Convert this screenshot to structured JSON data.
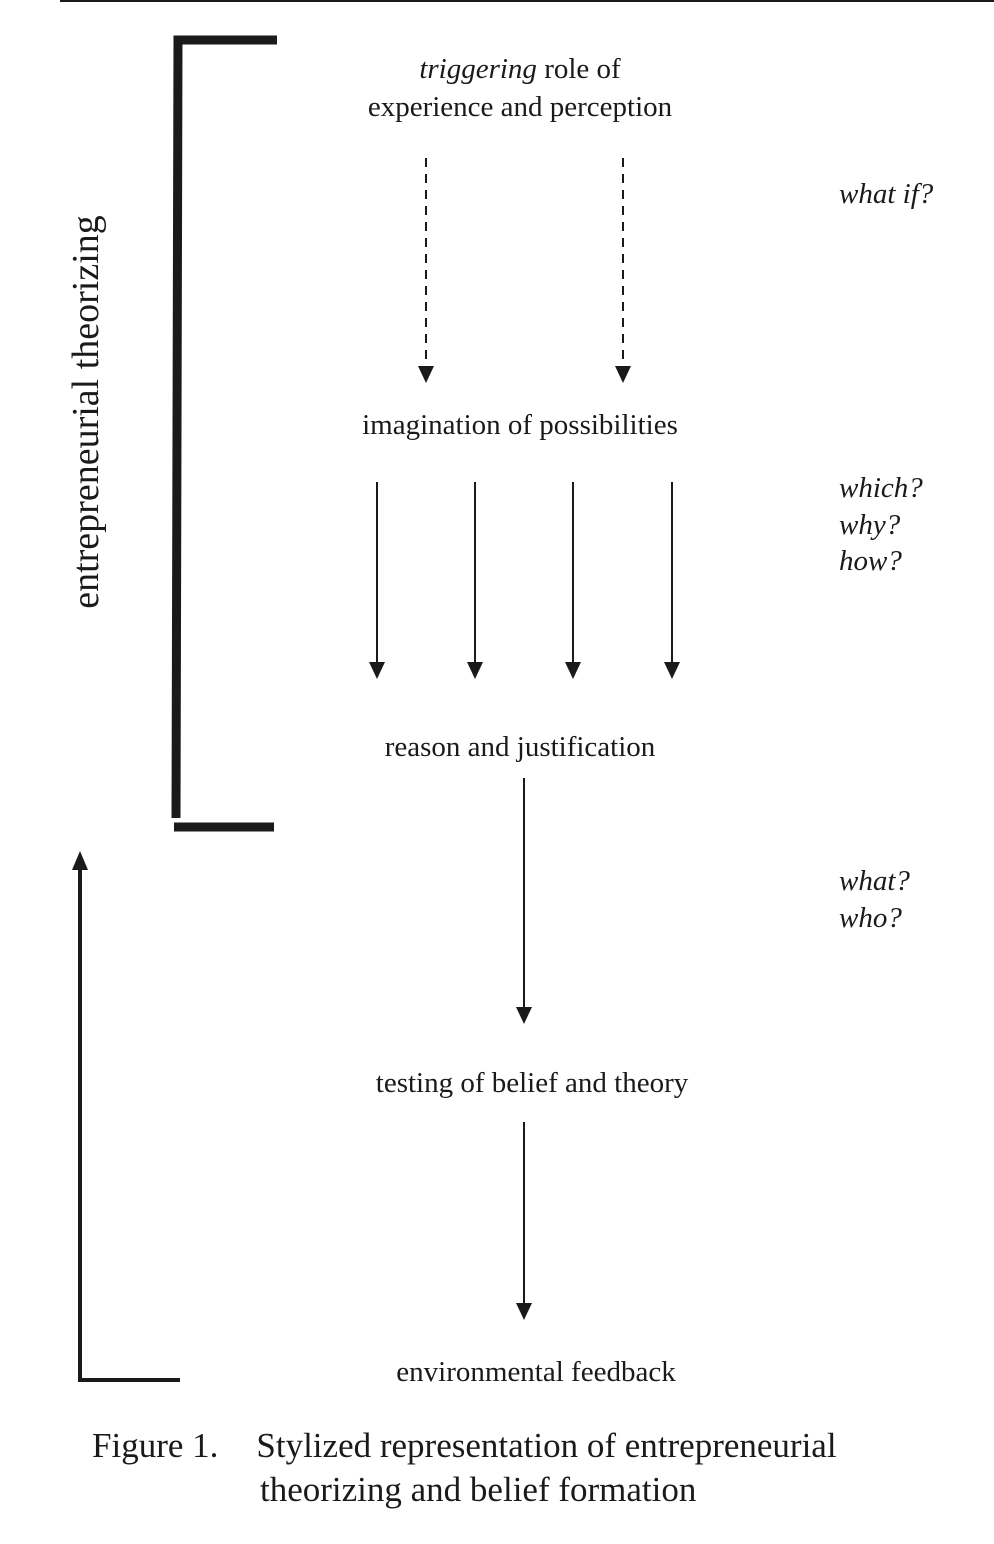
{
  "nodes": {
    "trigger_italic": "triggering",
    "trigger_rest": " role of",
    "trigger_line2": "experience and perception",
    "imagination": "imagination of possibilities",
    "reason": "reason and justification",
    "testing": "testing of belief and theory",
    "feedback": "environmental feedback"
  },
  "questions": {
    "what_if": "what if?",
    "which": "which?",
    "why": "why?",
    "how": "how?",
    "what": "what?",
    "who": "who?"
  },
  "bracket_label": "entrepreneurial theorizing",
  "caption": {
    "number": "Figure 1.",
    "line1": "Stylized representation of entrepreneurial",
    "line2": "theorizing and belief formation"
  },
  "colors": {
    "ink": "#1a1a1a",
    "background": "#ffffff"
  }
}
